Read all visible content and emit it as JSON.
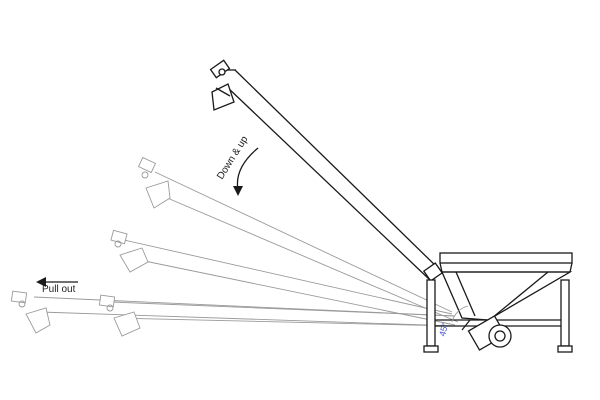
{
  "labels": {
    "down_up": "Down & up",
    "pull_out": "Pull out",
    "angle": "45°"
  },
  "colors": {
    "line": "#1a1a1a",
    "ghost": "#9a9a9a",
    "angle_text": "#4a5bd0"
  },
  "icons": [
    "motor-icon",
    "rotate-arrow-icon",
    "left-arrow-icon"
  ]
}
